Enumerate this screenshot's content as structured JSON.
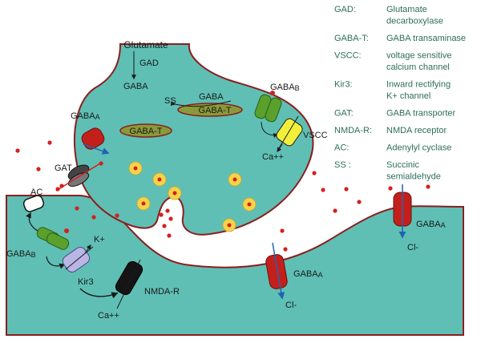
{
  "presynaptic": {
    "glutamate": "Glutamate",
    "gad": "GAD",
    "gaba": "GABA",
    "gaba_ss": "GABA",
    "ss": "SS",
    "gaba_t_1": "GABA-T",
    "gaba_t_2": "GABA-T",
    "gabaa_main": "GABA",
    "gabaa_sub": "A",
    "gabab_main": "GABA",
    "gabab_sub": "B",
    "vscc": "VSCC",
    "ca": "Ca++",
    "gat": "GAT"
  },
  "postsynaptic": {
    "ac": "AC",
    "gabab_main": "GABA",
    "gabab_sub": "B",
    "k": "K+",
    "kir3": "Kir3",
    "nmda": "NMDA-R",
    "ca": "Ca++",
    "gabaa_mid_main": "GABA",
    "gabaa_mid_sub": "A",
    "cl_mid": "Cl-",
    "gabaa_right_main": "GABA",
    "gabaa_right_sub": "A",
    "cl_right": "Cl-"
  },
  "legend": [
    {
      "abbr": "GAD:",
      "desc": [
        "Glutamate",
        "decarboxylase"
      ]
    },
    {
      "abbr": "GABA-T:",
      "desc": [
        "GABA transaminase"
      ]
    },
    {
      "abbr": "VSCC:",
      "desc": [
        "voltage sensitive",
        "calcium channel"
      ]
    },
    {
      "abbr": "Kir3:",
      "desc": [
        "Inward rectifying",
        "K+ channel"
      ]
    },
    {
      "abbr": "GAT:",
      "desc": [
        "GABA transporter"
      ]
    },
    {
      "abbr": "NMDA-R:",
      "desc": [
        "NMDA receptor"
      ]
    },
    {
      "abbr": "AC:",
      "desc": [
        "Adenylyl cyclase"
      ]
    },
    {
      "abbr": "SS  :",
      "desc": [
        "Succinic",
        "semialdehyde"
      ]
    }
  ],
  "colors": {
    "cell_fill": "#5fbfb4",
    "membrane": "#8a1f1f",
    "gaba_dot": "#d42020",
    "vesicle": "#f6d34a",
    "gabaa": "#c4201b",
    "gabab": "#5aa02c",
    "vscc": "#f2ef3a",
    "kir3": "#b9b6e6",
    "nmda": "#151515",
    "legend_text": "#2e6e58"
  }
}
